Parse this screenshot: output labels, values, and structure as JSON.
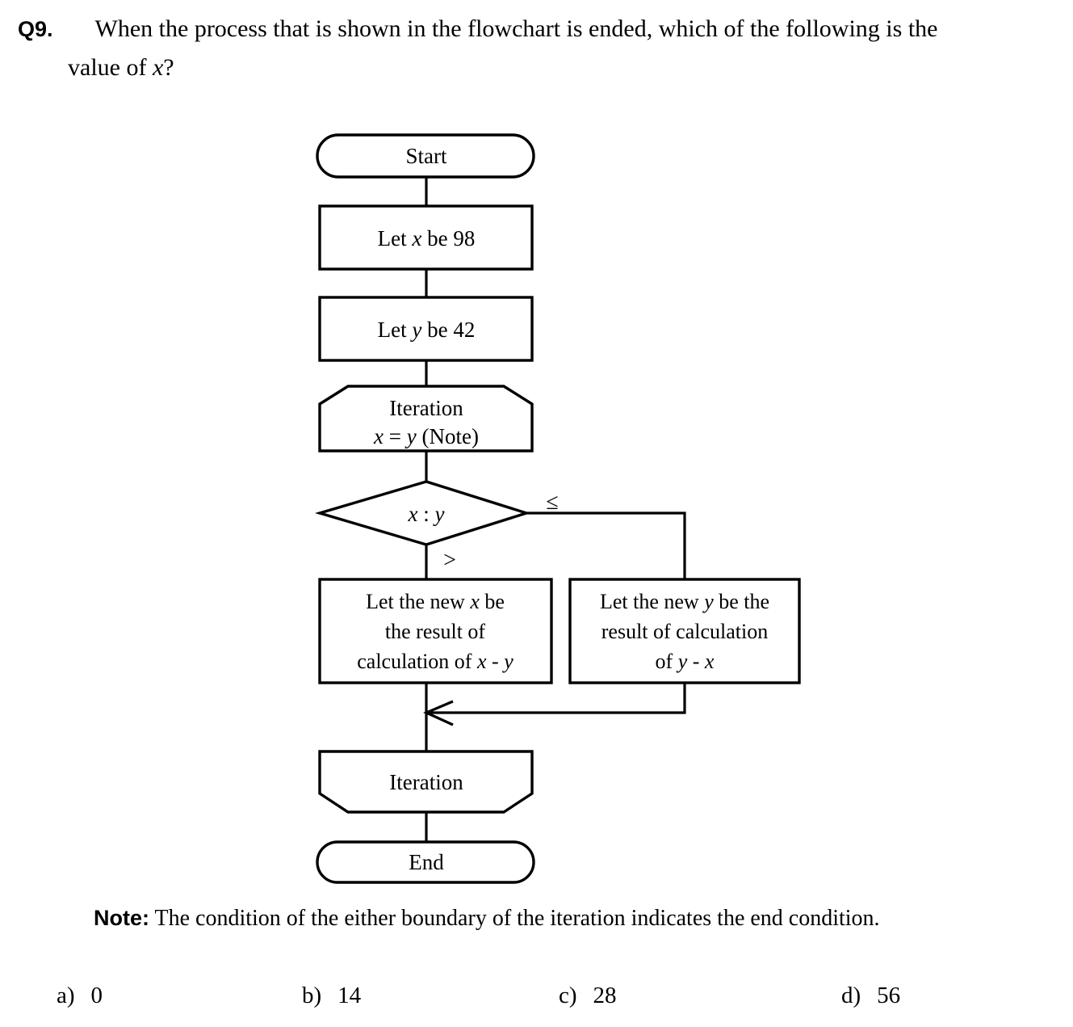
{
  "question": {
    "label": "Q9.",
    "line1": "When the process that is shown in the flowchart is ended, which of the following is the",
    "line2_pre": "value of ",
    "line2_var": "x",
    "line2_post": "?"
  },
  "flowchart": {
    "nodes": {
      "start": {
        "label": "Start",
        "shape": "terminator"
      },
      "init_x": {
        "label": "Let x be 98",
        "shape": "process",
        "parts": [
          "Let ",
          "x",
          " be 98"
        ]
      },
      "init_y": {
        "label": "Let y be 42",
        "shape": "process",
        "parts": [
          "Let ",
          "y",
          " be 42"
        ]
      },
      "loop_start": {
        "shape": "loop-start",
        "line1": "Iteration",
        "line2_a": "x",
        "line2_b": " = ",
        "line2_c": "y",
        "line2_d": " (Note)"
      },
      "decision": {
        "shape": "decision",
        "label": "x : y",
        "var1": "x",
        "sep": " : ",
        "var2": "y"
      },
      "process_x": {
        "shape": "process",
        "line1_a": "Let the new ",
        "line1_b": "x",
        "line1_c": " be",
        "line2": "the result of",
        "line3_a": "calculation of ",
        "line3_b": "x",
        "line3_c": " - ",
        "line3_d": "y"
      },
      "process_y": {
        "shape": "process",
        "line1_a": "Let the new ",
        "line1_b": "y",
        "line1_c": " be the",
        "line2": "result of calculation",
        "line3_a": "of ",
        "line3_b": "y",
        "line3_c": " - ",
        "line3_d": "x"
      },
      "loop_end": {
        "shape": "loop-end",
        "label": "Iteration"
      },
      "end": {
        "label": "End",
        "shape": "terminator"
      }
    },
    "edge_labels": {
      "less_equal": "≤",
      "greater": ">"
    },
    "colors": {
      "stroke": "#000000",
      "fill": "#ffffff",
      "text": "#000000"
    }
  },
  "note": {
    "label": "Note:",
    "text": " The condition of the either boundary of the iteration indicates the end condition."
  },
  "answers": [
    {
      "letter": "a)",
      "value": "0"
    },
    {
      "letter": "b)",
      "value": "14"
    },
    {
      "letter": "c)",
      "value": "28"
    },
    {
      "letter": "d)",
      "value": "56"
    }
  ]
}
